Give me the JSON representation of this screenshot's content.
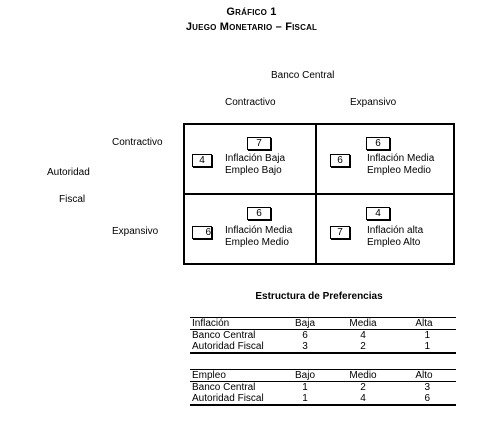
{
  "figure": {
    "title": "Gráfico 1",
    "subtitle": "Juego Monetario – Fiscal"
  },
  "game": {
    "column_player": "Banco Central",
    "column_strategies": [
      "Contractivo",
      "Expansivo"
    ],
    "row_player_line1": "Autoridad",
    "row_player_line2": "Fiscal",
    "row_strategies": [
      "Contractivo",
      "Expansivo"
    ],
    "cells": [
      {
        "top_payoff": "7",
        "side_payoff": "4",
        "line1": "Inflación Baja",
        "line2": "Empleo Bajo"
      },
      {
        "top_payoff": "6",
        "side_payoff": "6",
        "line1": "Inflación Media",
        "line2": "Empleo Medio"
      },
      {
        "top_payoff": "6",
        "side_payoff": "6",
        "line1": "Inflación Media",
        "line2": "Empleo Medio"
      },
      {
        "top_payoff": "4",
        "side_payoff": "7",
        "line1": "Inflación alta",
        "line2": "Empleo Alto"
      }
    ]
  },
  "preferences": {
    "title": "Estructura de Preferencias",
    "inflation": {
      "headers": [
        "Inflación",
        "Baja",
        "Media",
        "Alta"
      ],
      "rows": [
        [
          "Banco Central",
          "6",
          "4",
          "1"
        ],
        [
          "Autoridad Fiscal",
          "3",
          "2",
          "1"
        ]
      ]
    },
    "employment": {
      "headers": [
        "Empleo",
        "Bajo",
        "Medio",
        "Alto"
      ],
      "rows": [
        [
          "Banco Central",
          "1",
          "2",
          "3"
        ],
        [
          "Autoridad Fiscal",
          "1",
          "4",
          "6"
        ]
      ]
    }
  }
}
